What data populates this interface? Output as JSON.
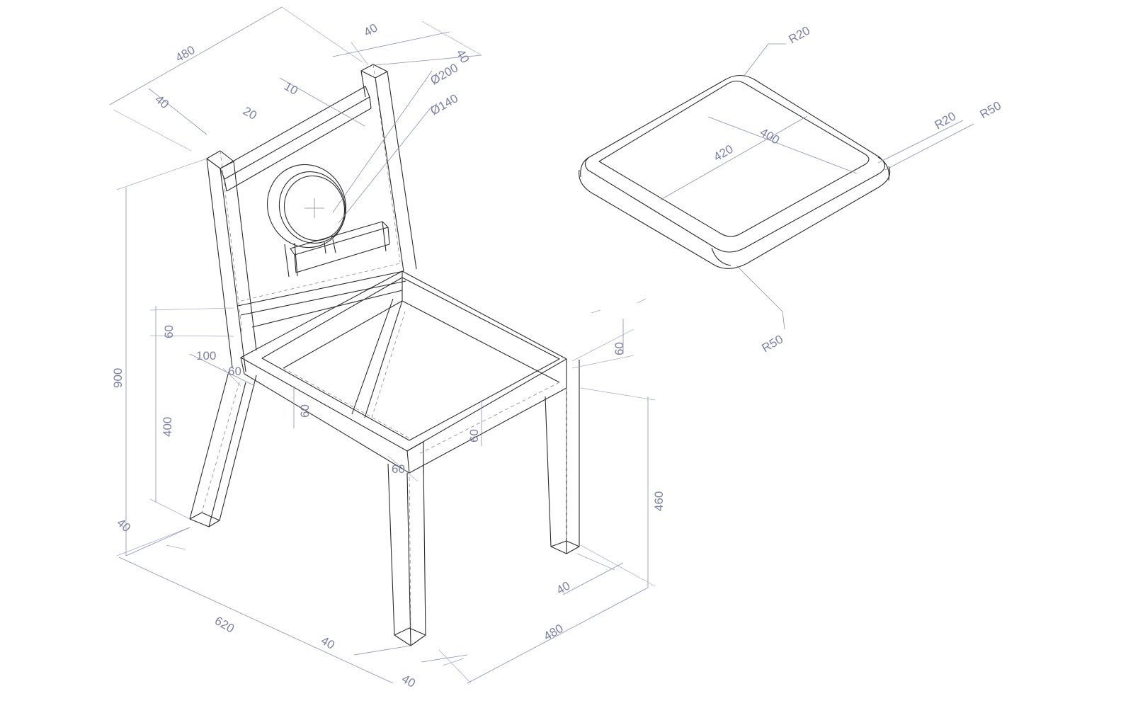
{
  "colors": {
    "object_line": "#2b2b2b",
    "dimension_line": "#8a8fb5",
    "dimension_text": "#7c80a6",
    "background": "#ffffff"
  },
  "chair": {
    "dimensions": {
      "top_depth": "480",
      "top_rail_gap": "40",
      "top_post_thick": "40",
      "top_post_thick_right": "40",
      "rail_10": "10",
      "rail_20": "20",
      "dia_outer": "Ø200",
      "dia_inner": "Ø140",
      "overall_height": "900",
      "rail_60_left": "60",
      "leg_height_400": "400",
      "rail_100": "100",
      "rail_60_mid": "60",
      "apron_60_front": "60",
      "leg_60_front": "60",
      "apron_60_side": "60",
      "side_60_right": "60",
      "seat_height": "460",
      "back_leg_40": "40",
      "width_620": "620",
      "front_leg_40_a": "40",
      "front_leg_40_b": "40",
      "depth_480_bottom": "480",
      "leg_40_right": "40"
    }
  },
  "seat_detail": {
    "dimensions": {
      "r20_top": "R20",
      "r20_right": "R20",
      "r50_right": "R50",
      "r50_bottom": "R50",
      "width_420": "420",
      "depth_400": "400"
    }
  }
}
